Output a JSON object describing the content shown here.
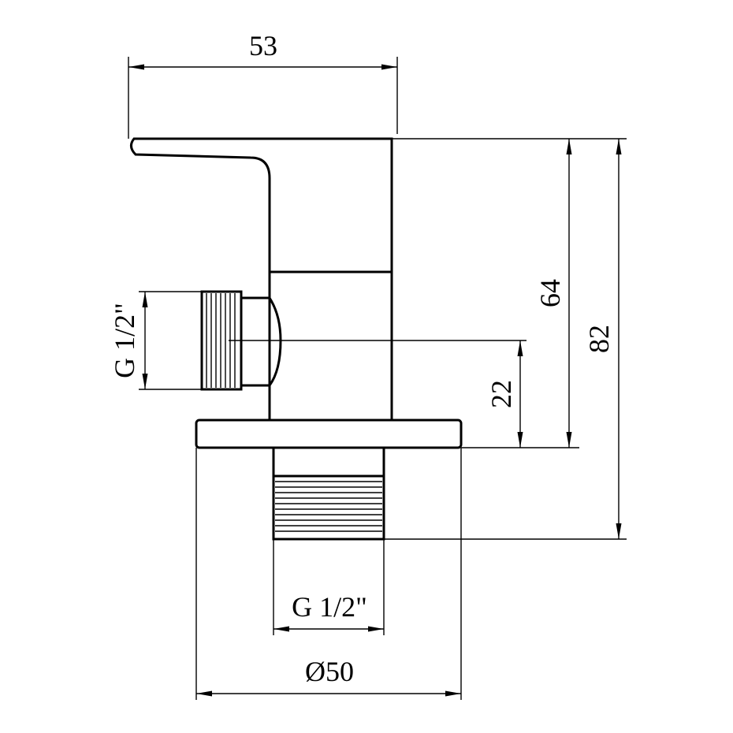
{
  "drawing": {
    "dimensions": {
      "top_width": "53",
      "height_lever": "64",
      "height_total": "82",
      "outlet_offset": "22",
      "side_thread": "G 1/2\"",
      "bottom_thread": "G 1/2\"",
      "flange_diameter": "Ø50"
    }
  }
}
